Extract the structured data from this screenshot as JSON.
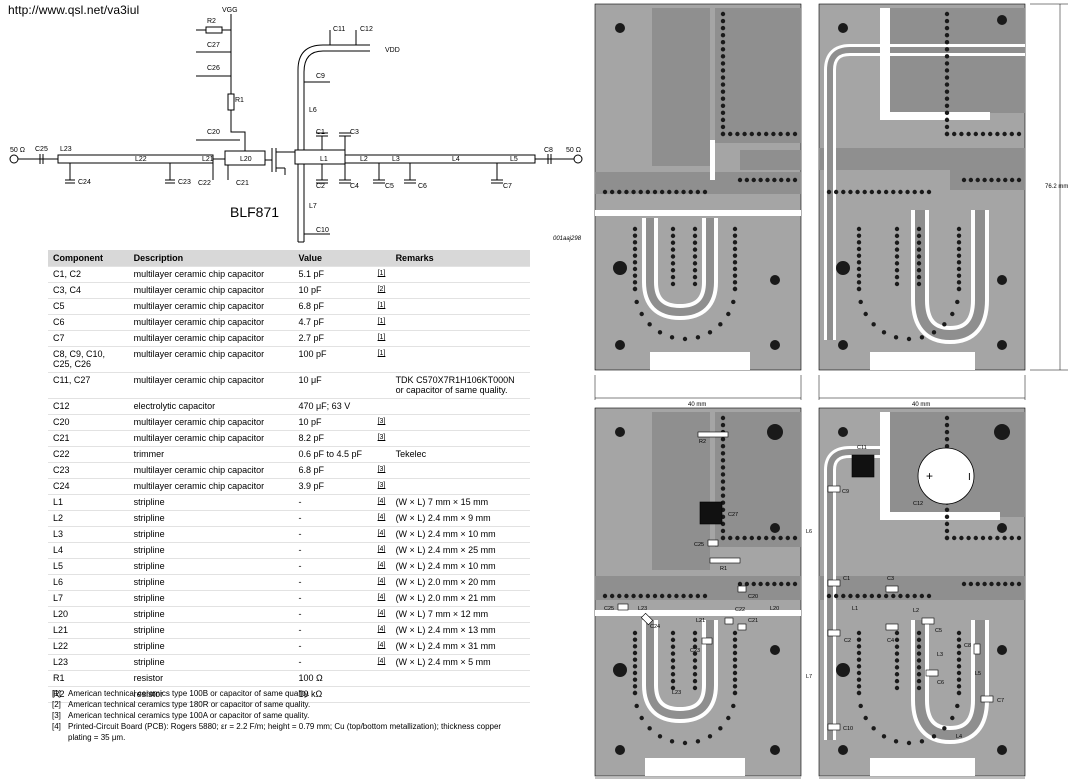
{
  "header": {
    "url": "http://www.qsl.net/va3iul"
  },
  "schematic": {
    "device": "BLF871",
    "code": "001aaj298",
    "vgg": "VGG",
    "vdd": "VDD",
    "port_in": "50 Ω",
    "port_out": "50 Ω",
    "labels": [
      "R2",
      "C27",
      "C26",
      "R1",
      "C20",
      "C25",
      "L23",
      "L22",
      "L21",
      "L20",
      "C22",
      "C21",
      "C24",
      "C23",
      "C11",
      "C12",
      "C9",
      "L6",
      "C1",
      "C3",
      "L1",
      "L2",
      "L3",
      "L4",
      "L5",
      "C8",
      "C2",
      "C4",
      "C5",
      "C6",
      "C7",
      "L7",
      "C10"
    ]
  },
  "table": {
    "headers": [
      "Component",
      "Description",
      "Value",
      "",
      "Remarks"
    ],
    "rows": [
      [
        "C1, C2",
        "multilayer ceramic chip capacitor",
        "5.1 pF",
        "[1]",
        ""
      ],
      [
        "C3, C4",
        "multilayer ceramic chip capacitor",
        "10 pF",
        "[2]",
        ""
      ],
      [
        "C5",
        "multilayer ceramic chip capacitor",
        "6.8 pF",
        "[1]",
        ""
      ],
      [
        "C6",
        "multilayer ceramic chip capacitor",
        "4.7 pF",
        "[1]",
        ""
      ],
      [
        "C7",
        "multilayer ceramic chip capacitor",
        "2.7 pF",
        "[1]",
        ""
      ],
      [
        "C8, C9, C10, C25, C26",
        "multilayer ceramic chip capacitor",
        "100 pF",
        "[1]",
        ""
      ],
      [
        "C11, C27",
        "multilayer ceramic chip capacitor",
        "10 μF",
        "",
        "TDK C570X7R1H106KT000N or capacitor of same quality."
      ],
      [
        "C12",
        "electrolytic capacitor",
        "470 μF; 63 V",
        "",
        ""
      ],
      [
        "C20",
        "multilayer ceramic chip capacitor",
        "10 pF",
        "[3]",
        ""
      ],
      [
        "C21",
        "multilayer ceramic chip capacitor",
        "8.2 pF",
        "[3]",
        ""
      ],
      [
        "C22",
        "trimmer",
        "0.6 pF to 4.5 pF",
        "",
        "Tekelec"
      ],
      [
        "C23",
        "multilayer ceramic chip capacitor",
        "6.8 pF",
        "[3]",
        ""
      ],
      [
        "C24",
        "multilayer ceramic chip capacitor",
        "3.9 pF",
        "[3]",
        ""
      ],
      [
        "L1",
        "stripline",
        "-",
        "[4]",
        "(W × L) 7 mm × 15 mm"
      ],
      [
        "L2",
        "stripline",
        "-",
        "[4]",
        "(W × L) 2.4 mm × 9 mm"
      ],
      [
        "L3",
        "stripline",
        "-",
        "[4]",
        "(W × L) 2.4 mm × 10 mm"
      ],
      [
        "L4",
        "stripline",
        "-",
        "[4]",
        "(W × L) 2.4 mm × 25 mm"
      ],
      [
        "L5",
        "stripline",
        "-",
        "[4]",
        "(W × L) 2.4 mm × 10 mm"
      ],
      [
        "L6",
        "stripline",
        "-",
        "[4]",
        "(W × L) 2.0 mm × 20 mm"
      ],
      [
        "L7",
        "stripline",
        "-",
        "[4]",
        "(W × L) 2.0 mm × 21 mm"
      ],
      [
        "L20",
        "stripline",
        "-",
        "[4]",
        "(W × L) 7 mm × 12 mm"
      ],
      [
        "L21",
        "stripline",
        "-",
        "[4]",
        "(W × L) 2.4 mm × 13 mm"
      ],
      [
        "L22",
        "stripline",
        "-",
        "[4]",
        "(W × L) 2.4 mm × 31 mm"
      ],
      [
        "L23",
        "stripline",
        "-",
        "[4]",
        "(W × L) 2.4 mm × 5 mm"
      ],
      [
        "R1",
        "resistor",
        "100 Ω",
        "",
        ""
      ],
      [
        "R2",
        "resistor",
        "10 kΩ",
        "",
        ""
      ]
    ]
  },
  "notes": [
    {
      "num": "[1]",
      "text": "American technical ceramics type 100B or capacitor of same quality."
    },
    {
      "num": "[2]",
      "text": "American technical ceramics type 180R or capacitor of same quality."
    },
    {
      "num": "[3]",
      "text": "American technical ceramics type 100A or capacitor of same quality."
    },
    {
      "num": "[4]",
      "text": "Printed-Circuit Board (PCB): Rogers 5880; εr = 2.2 F/m; height = 0.79 mm; Cu (top/bottom metallization); thickness copper plating = 35 μm."
    }
  ],
  "pcb": {
    "width_label": "40 mm",
    "height_label": "76.2 mm",
    "components": [
      "R2",
      "C27",
      "C25",
      "R1",
      "C20",
      "C22",
      "L20",
      "L21",
      "C21",
      "C23",
      "C24",
      "L23",
      "C11",
      "C9",
      "C12",
      "L6",
      "C1",
      "C3",
      "L1",
      "L2",
      "C2",
      "C4",
      "C5",
      "L3",
      "C6",
      "C8",
      "L5",
      "L7",
      "C7",
      "C10",
      "L4"
    ],
    "polarity_plus": "+",
    "polarity_minus": "I"
  },
  "colors": {
    "board": "#a5a5a5",
    "copper": "#8f8f8f",
    "trace": "#ffffff",
    "via": "#1a1a1a",
    "table_header": "#d8d8d8"
  }
}
